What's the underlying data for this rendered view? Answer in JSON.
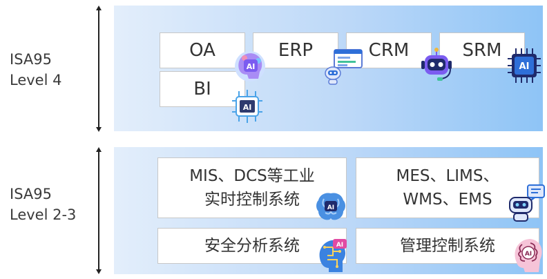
{
  "level4": {
    "label_line1": "ISA95",
    "label_line2": "Level 4",
    "systems": [
      "OA",
      "ERP",
      "CRM",
      "SRM",
      "BI"
    ]
  },
  "level23": {
    "label_line1": "ISA95",
    "label_line2": "Level 2-3",
    "systems": [
      {
        "line1": "MIS、DCS等工业",
        "line2": "实时控制系统"
      },
      {
        "line1": "MES、LIMS、",
        "line2": "WMS、EMS"
      },
      {
        "line1": "安全分析系统"
      },
      {
        "line1": "管理控制系统"
      }
    ]
  },
  "icons": {
    "ai_badge_text": "AI",
    "names": [
      "ai-head-icon",
      "chatbot-screen-icon",
      "robot-headset-icon",
      "ai-chip-icon",
      "ai-circuit-chip-icon",
      "ai-brain-icon",
      "robot-chat-icon",
      "ai-head-circuit-icon",
      "ai-brain-head-icon"
    ]
  },
  "colors": {
    "band_light": "#e3eefb",
    "band_dark": "#8ec4f6",
    "icon_purple": "#7b5cf0",
    "icon_blue": "#2e6fd8",
    "icon_navy": "#1f2a6b",
    "icon_pink": "#f08fb6"
  }
}
